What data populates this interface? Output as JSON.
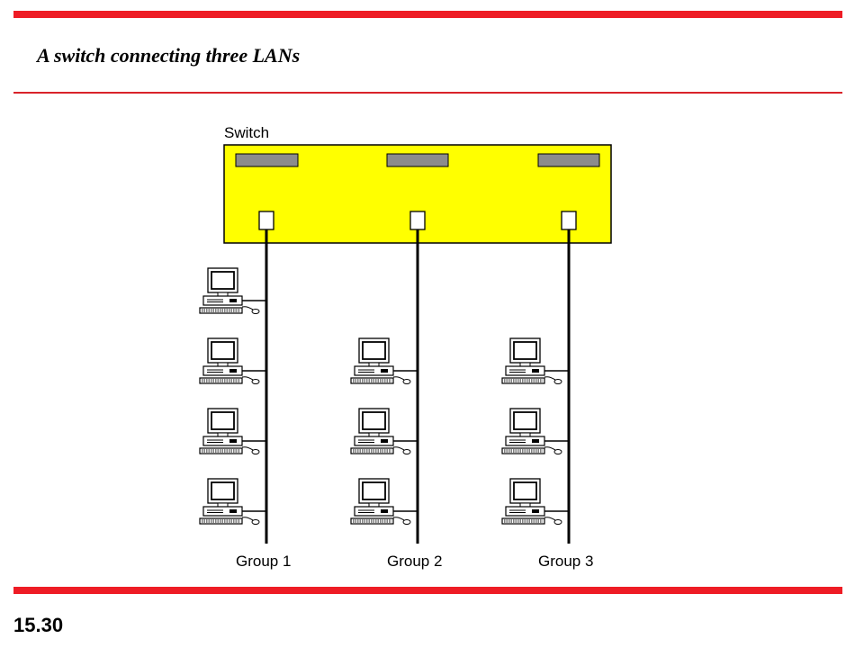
{
  "slide": {
    "title": "A switch connecting three LANs",
    "number": "15.30"
  },
  "colors": {
    "accent_red": "#ee1c25",
    "switch_fill": "#ffff00",
    "port_fill": "#8c8c8c"
  },
  "diagram": {
    "switch_label": "Switch",
    "groups": [
      {
        "label": "Group 1",
        "computers": 4
      },
      {
        "label": "Group 2",
        "computers": 3
      },
      {
        "label": "Group 3",
        "computers": 3
      }
    ]
  }
}
